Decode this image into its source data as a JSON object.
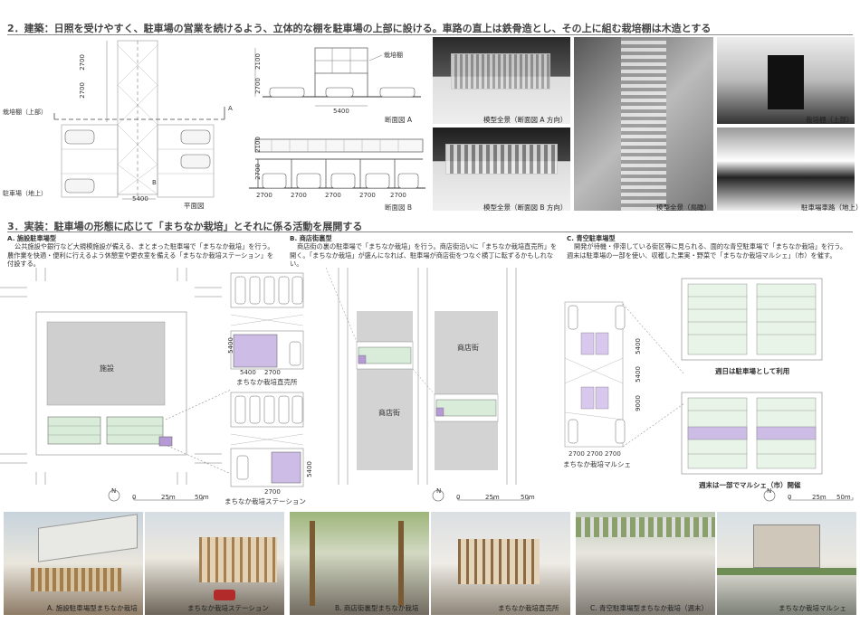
{
  "section2": {
    "title": "2．建築：日照を受けやすく、駐車場の営業を続けるよう、立体的な棚を駐車場の上部に設ける。車路の直上は鉄骨造とし、その上に組む栽培棚は木造とする",
    "plan": {
      "label_upper": "栽培棚（上部）",
      "label_lower": "駐車場（地上）",
      "caption": "平面図",
      "dim_top": "2700",
      "dim_mid": "2700",
      "dim_width": "5400",
      "marker_a": "A",
      "marker_b": "B"
    },
    "section_a": {
      "caption": "断面図 A",
      "label": "栽培棚",
      "dim1": "2100",
      "dim2": "2700",
      "dim_width": "5400"
    },
    "section_b": {
      "caption": "断面図 B",
      "dim1": "2100",
      "dim2": "2700",
      "dims": [
        "2700",
        "2700",
        "2700",
        "2700",
        "2700"
      ]
    },
    "photos": {
      "model_a": "模型全景（断面図 A 方向）",
      "model_b": "模型全景（断面図 B 方向）",
      "model_top": "模型全景（鳥瞰）",
      "shelf_top": "栽培棚（上部）",
      "roadway": "駐車場車路（地上）"
    }
  },
  "section3": {
    "title": "3．実装：駐車場の形態に応じて「まちなか栽培」とそれに係る活動を展開する",
    "a": {
      "heading": "A. 施設駐車場型",
      "body": "公共施設や銀行など大規模施設が備える、まとまった駐車場で「まちなか栽培」を行う。農作業を快適・便利に行えるよう休憩室や更衣室を備える「まちなか栽培ステーション」を付設する。",
      "facility": "施設",
      "label1": "まちなか栽培直売所",
      "label2": "まちなか栽培ステーション",
      "dim_5400": "5400",
      "dim_2700": "2700"
    },
    "b": {
      "heading": "B. 商店街裏型",
      "body": "商店街の裏の駐車場で「まちなか栽培」を行う。商店街沿いに「まちなか栽培直売所」を開く。「まちなか栽培」が盛んになれば、駐車場が商店街をつなぐ横丁に転ずるかもしれない。",
      "street1": "商店街",
      "street2": "商店街"
    },
    "c": {
      "heading": "C. 青空駐車場型",
      "body": "開発が待機・停滞している街区等に見られる、面的な青空駐車場で「まちなか栽培」を行う。週末は駐車場の一部を使い、収穫した果実・野菜で「まちなか栽培マルシェ」（市）を催す。",
      "label_market": "まちなか栽培マルシェ",
      "weekday": "週日は駐車場として利用",
      "weekend": "週末は一部でマルシェ（市）開催",
      "dim_5400": "5400",
      "dim_9000": "9000",
      "dim_2700": "2700"
    },
    "scale": {
      "north": "N",
      "s0": "0",
      "s25": "25m",
      "s50": "50m"
    }
  },
  "renders": [
    "A. 施設駐車場型まちなか栽培",
    "まちなか栽培ステーション",
    "B. 商店街裏型まちなか栽培",
    "まちなか栽培直売所",
    "C. 青空駐車場型まちなか栽培（週末）",
    "まちなか栽培マルシェ"
  ]
}
